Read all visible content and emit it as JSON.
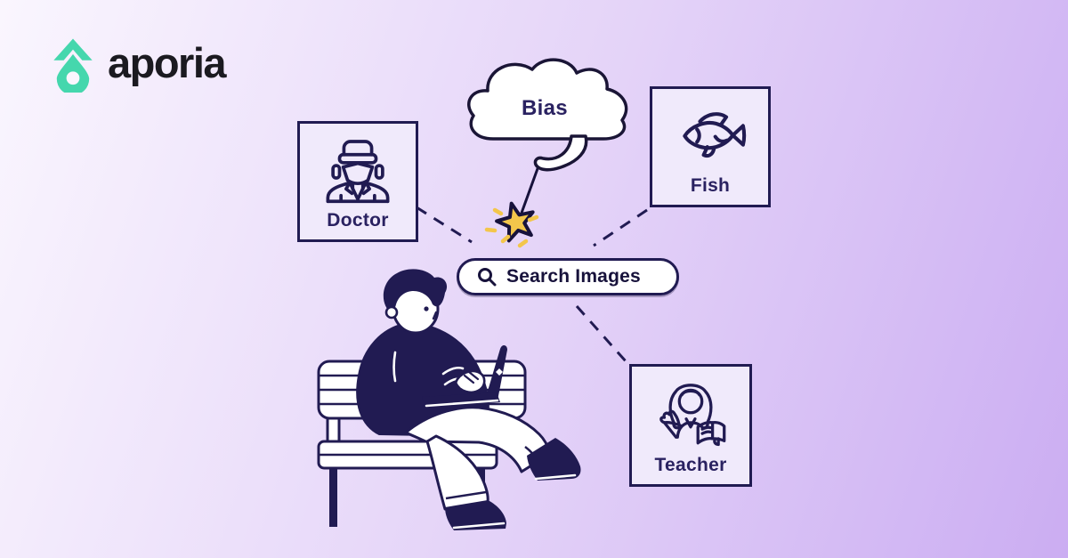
{
  "brand": {
    "name": "aporia"
  },
  "cloud": {
    "label": "Bias"
  },
  "search": {
    "label": "Search Images",
    "icon": "search-icon"
  },
  "boxes": [
    {
      "label": "Doctor",
      "icon": "doctor-icon"
    },
    {
      "label": "Fish",
      "icon": "fish-icon"
    },
    {
      "label": "Teacher",
      "icon": "teacher-icon"
    }
  ],
  "illustration": {
    "cloud_icon": "bias-cloud-icon",
    "star_icon": "sparkle-star-icon",
    "person": "person-sitting-on-bench-with-laptop",
    "connectors": "dashed-lines-linking-search-to-categories"
  },
  "colors": {
    "ink": "#211b52",
    "label": "#2a2261",
    "brand-text": "#1b1a20",
    "mint": "#45d7ad",
    "star": "#f3c64b",
    "star-outline": "#17123b",
    "box-bg": "#f0eafb",
    "pill-bg": "#ffffff",
    "bg-a": "#faf6fe",
    "bg-b": "#e4d3f8",
    "bg-c": "#cbadf2"
  }
}
